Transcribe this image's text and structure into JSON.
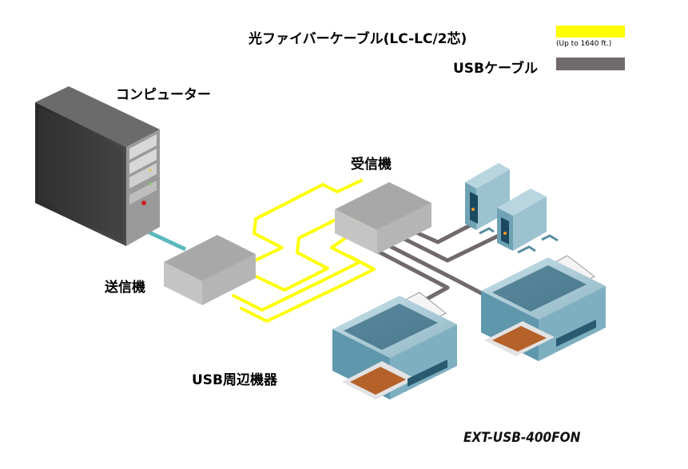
{
  "legend": {
    "fiber_label": "光ファイバーケーブル(LC-LC/2芯)",
    "fiber_note": "(Up to 1640 ft.)",
    "fiber_color": "#ffff00",
    "usb_label": "USBケーブル",
    "usb_color": "#716a6b"
  },
  "labels": {
    "computer": "コンピューター",
    "transmitter": "送信機",
    "receiver": "受信機",
    "usb_devices": "USB周辺機器"
  },
  "model": "EXT-USB-400FON",
  "icons": [
    "computer-tower-icon",
    "transmitter-box-icon",
    "receiver-box-icon",
    "external-drive-icon",
    "printer-icon"
  ]
}
